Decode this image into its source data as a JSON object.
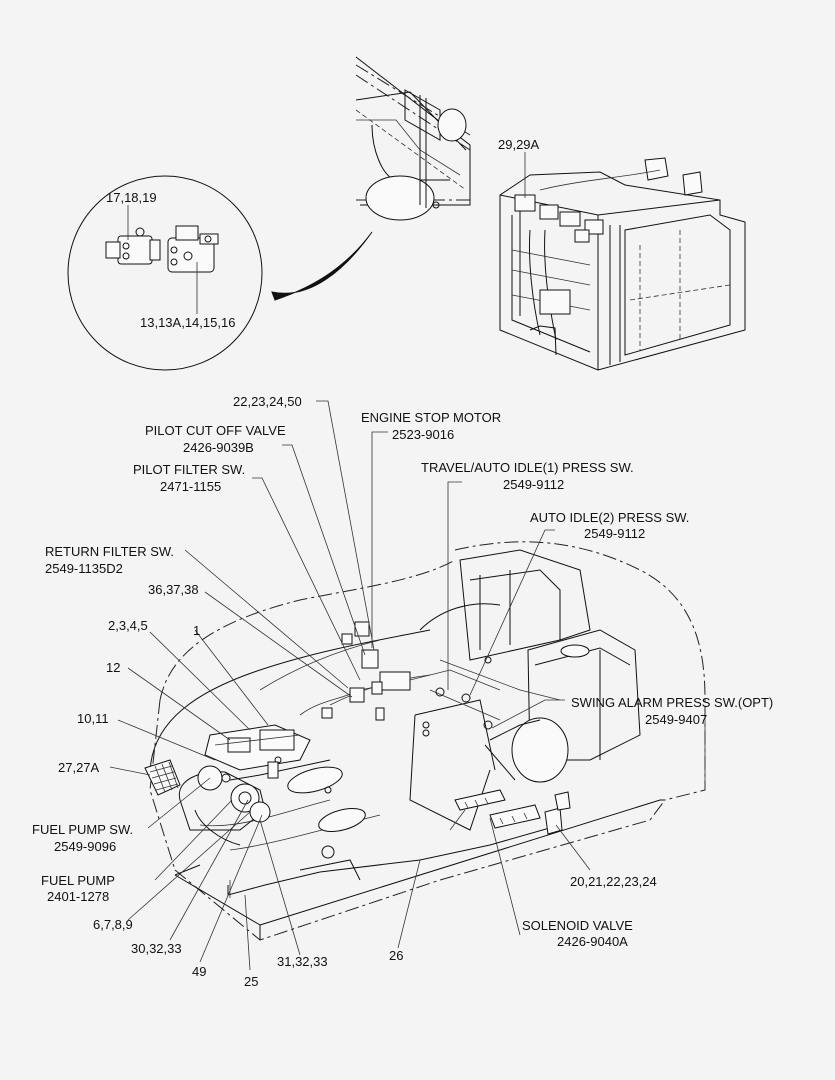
{
  "labels": {
    "l_17_18_19": "17,18,19",
    "l_13": "13,13A,14,15,16",
    "l_29": "29,29A",
    "l_22": "22,23,24,50",
    "engine_stop_title": "ENGINE STOP MOTOR",
    "engine_stop_no": "2523-9016",
    "pilot_cutoff_title": "PILOT CUT OFF VALVE",
    "pilot_cutoff_no": "2426-9039B",
    "pilot_filter_title": "PILOT FILTER SW.",
    "pilot_filter_no": "2471-1155",
    "travel_title": "TRAVEL/AUTO IDLE(1) PRESS SW.",
    "travel_no": "2549-9112",
    "autoidle2_title": "AUTO IDLE(2) PRESS SW.",
    "autoidle2_no": "2549-9112",
    "return_filter_title": "RETURN FILTER SW.",
    "return_filter_no": "2549-1135D2",
    "l_36": "36,37,38",
    "l_2": "2,3,4,5",
    "l_1": "1",
    "l_12": "12",
    "swing_alarm_title": "SWING ALARM PRESS SW.(OPT)",
    "swing_alarm_no": "2549-9407",
    "l_10": "10,11",
    "l_27": "27,27A",
    "fuel_pump_sw_title": "FUEL PUMP SW.",
    "fuel_pump_sw_no": "2549-9096",
    "fuel_pump_title": "FUEL PUMP",
    "fuel_pump_no": "2401-1278",
    "l_20": "20,21,22,23,24",
    "l_6": "6,7,8,9",
    "solenoid_title": "SOLENOID VALVE",
    "solenoid_no": "2426-9040A",
    "l_30": "30,32,33",
    "l_49": "49",
    "l_31": "31,32,33",
    "l_26": "26",
    "l_25": "25"
  },
  "colors": {
    "background": "#f4f4f4",
    "line": "#111111"
  }
}
